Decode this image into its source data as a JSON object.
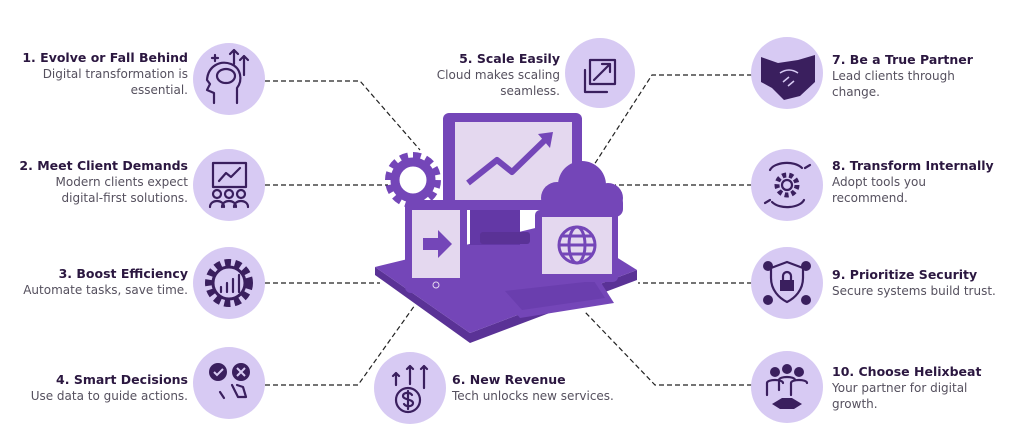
{
  "items": [
    {
      "title": "1. Evolve or Fall Behind",
      "desc": "Digital transformation is essential.",
      "icon": "brain-growth-icon"
    },
    {
      "title": "2. Meet Client Demands",
      "desc": "Modern clients expect digital-first solutions.",
      "icon": "presentation-audience-icon"
    },
    {
      "title": "3. Boost Efficiency",
      "desc": "Automate tasks, save time.",
      "icon": "gear-chart-icon"
    },
    {
      "title": "4. Smart Decisions",
      "desc": "Use data to guide actions.",
      "icon": "decision-check-cross-icon"
    },
    {
      "title": "5. Scale Easily",
      "desc": "Cloud makes scaling seamless.",
      "icon": "scale-arrow-icon"
    },
    {
      "title": "6. New Revenue",
      "desc": "Tech unlocks new services.",
      "icon": "dollar-growth-icon"
    },
    {
      "title": "7. Be a True Partner",
      "desc": "Lead clients through change.",
      "icon": "handshake-icon"
    },
    {
      "title": "8. Transform Internally",
      "desc": "Adopt tools you recommend.",
      "icon": "hands-gear-icon"
    },
    {
      "title": "9. Prioritize Security",
      "desc": "Secure systems build trust.",
      "icon": "lock-shield-icon"
    },
    {
      "title": "10. Choose Helixbeat",
      "desc": "Your partner for digital growth.",
      "icon": "team-handshake-icon"
    }
  ],
  "colors": {
    "circle": "#d7caf3",
    "icon": "#3a1f5e",
    "device": "#7446b8",
    "screen": "#e4d8ef",
    "title": "#2b1740"
  }
}
